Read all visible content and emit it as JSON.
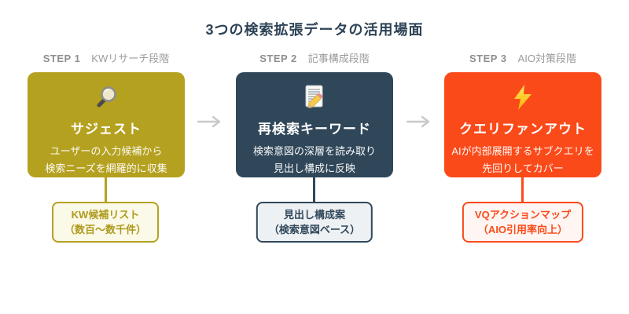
{
  "title": "3つの検索拡張データの活用場面",
  "arrow": {
    "color": "#c9c9c9",
    "glyph": "⟶"
  },
  "steps": [
    {
      "step": "STEP 1",
      "stage": "KWリサーチ段階",
      "icon": "magnifier-icon",
      "card_title": "サジェスト",
      "body1": "ユーザーの入力候補から",
      "body2": "検索ニーズを網羅的に収集",
      "output1": "KW候補リスト",
      "output2": "（数百〜数千件）",
      "colors": {
        "card": "#b5a120",
        "accent": "#ad9a1d",
        "output_bg": "#fbf9e7"
      }
    },
    {
      "step": "STEP 2",
      "stage": "記事構成段階",
      "icon": "memo-pencil-icon",
      "card_title": "再検索キーワード",
      "body1": "検索意図の深層を読み取り",
      "body2": "見出し構成に反映",
      "output1": "見出し構成案",
      "output2": "（検索意図ベース）",
      "colors": {
        "card": "#30475a",
        "accent": "#30475a",
        "output_bg": "#eef1f4"
      }
    },
    {
      "step": "STEP 3",
      "stage": "AIO対策段階",
      "icon": "lightning-bolt-icon",
      "card_title": "クエリファンアウト",
      "body1": "AIが内部展開するサブクエリを",
      "body2": "先回りしてカバー",
      "output1": "VQアクションマップ",
      "output2": "（AIO引用率向上）",
      "colors": {
        "card": "#fb4a1a",
        "accent": "#fb4a1a",
        "output_bg": "#fff6f3"
      }
    }
  ],
  "title_color": "#2d4256",
  "step_label_color": "#999999"
}
